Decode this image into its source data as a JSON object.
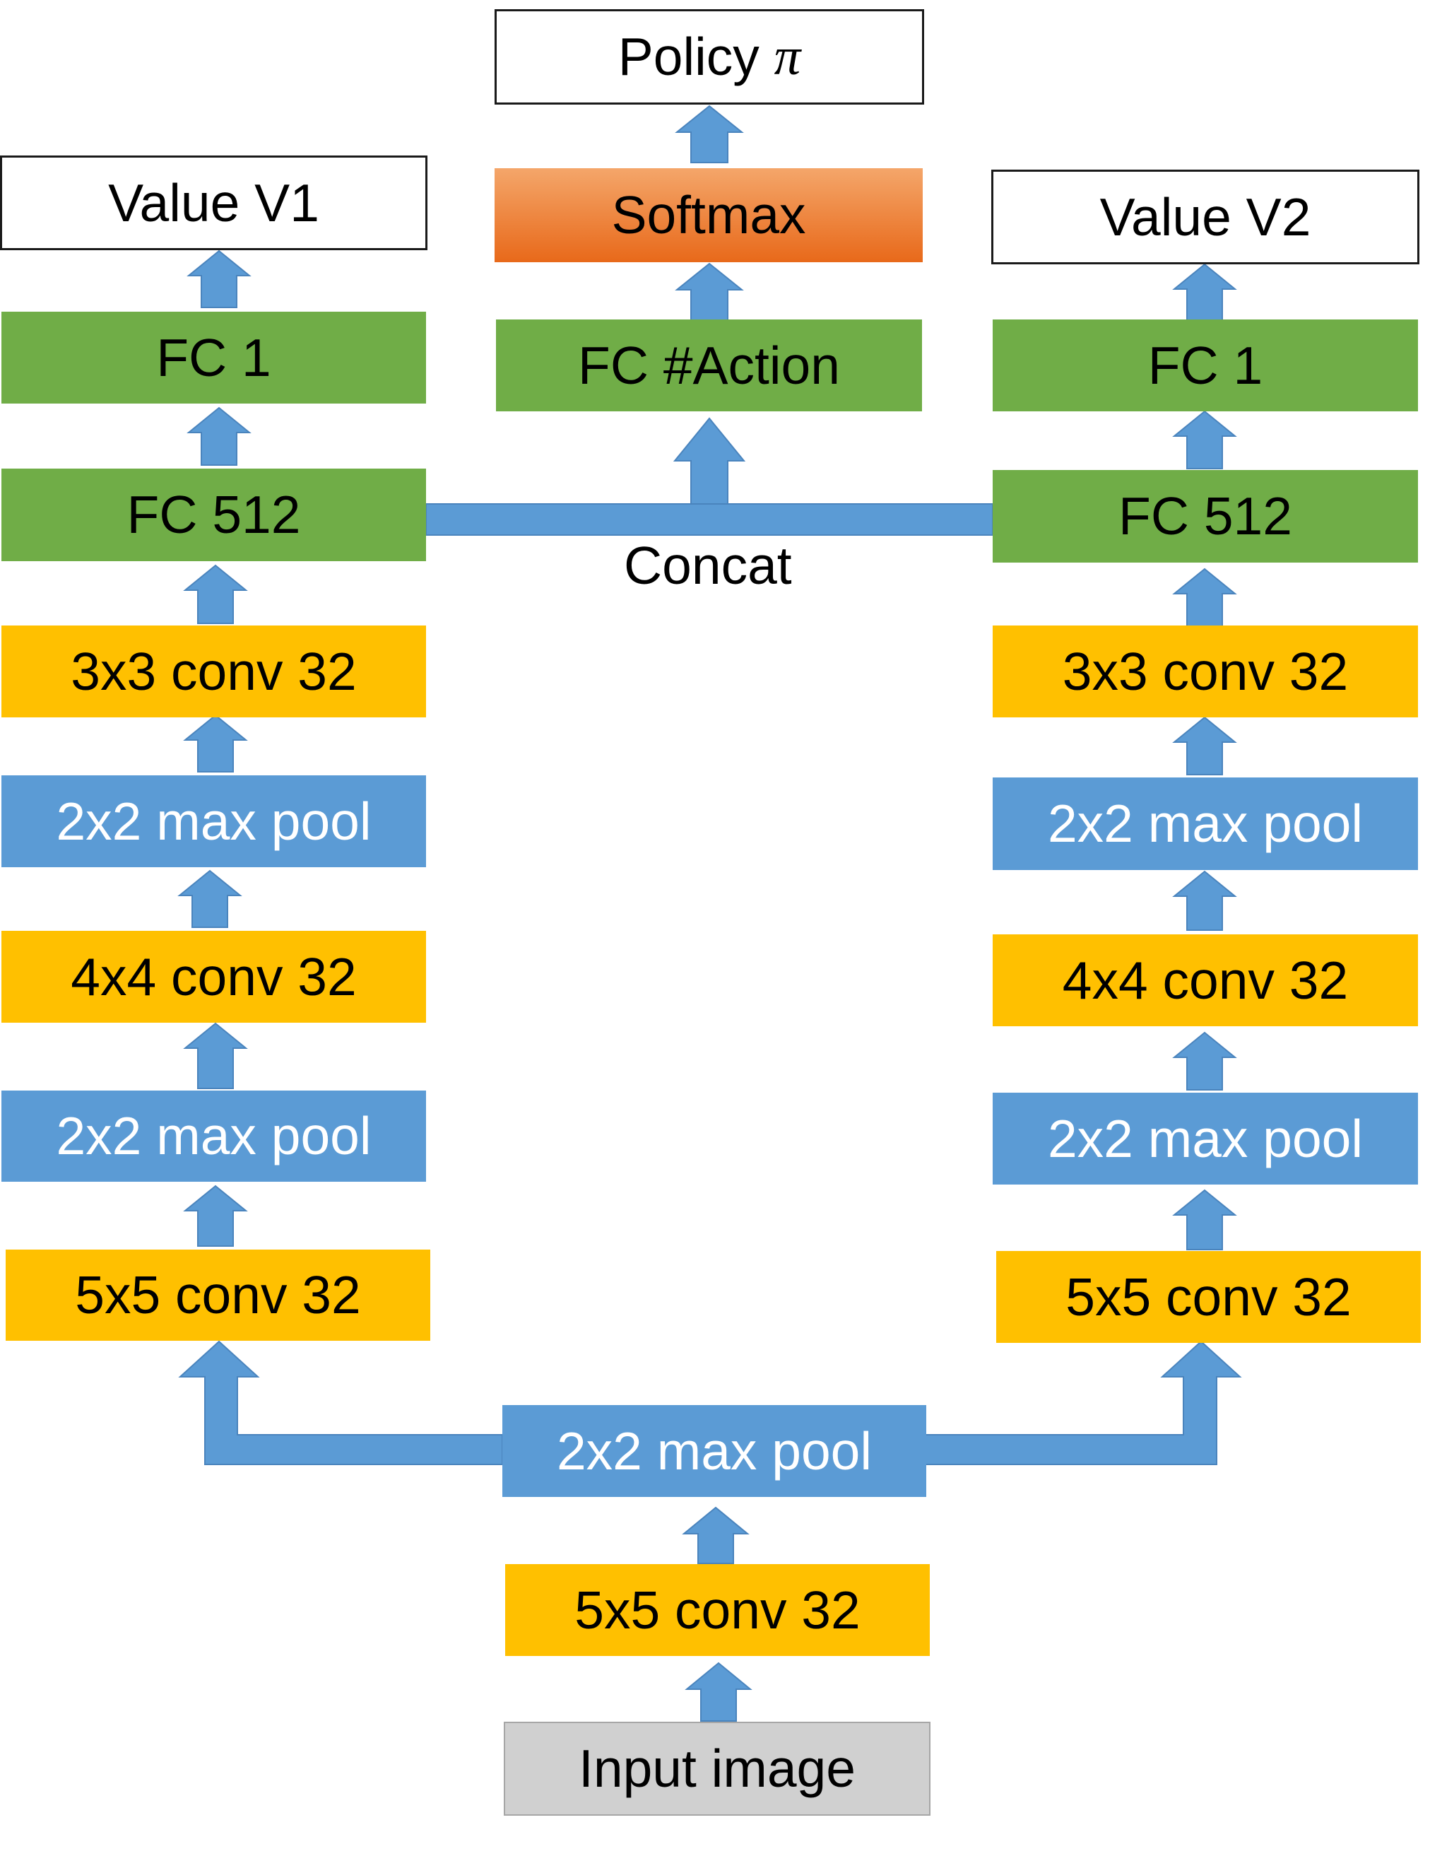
{
  "colors": {
    "fc": "#70ad47",
    "conv": "#ffc000",
    "pool": "#5b9bd5",
    "softmax": "#ed7d31",
    "input": "#d0d0d0",
    "arrow": "#5b9bd5"
  },
  "top": {
    "policy_text": "Policy ",
    "policy_symbol": "π",
    "softmax": "Softmax",
    "fc_action": "FC #Action",
    "concat": "Concat"
  },
  "left": {
    "value": "Value V1",
    "fc1": "FC 1",
    "fc512": "FC 512",
    "conv3": "3x3 conv 32",
    "pool2": "2x2 max pool",
    "conv4": "4x4 conv 32",
    "pool1": "2x2 max pool",
    "conv5": "5x5 conv 32"
  },
  "right": {
    "value": "Value V2",
    "fc1": "FC 1",
    "fc512": "FC 512",
    "conv3": "3x3 conv 32",
    "pool2": "2x2 max pool",
    "conv4": "4x4 conv 32",
    "pool1": "2x2 max pool",
    "conv5": "5x5 conv 32"
  },
  "bottom": {
    "pool": "2x2 max pool",
    "conv": "5x5 conv 32",
    "input": "Input image"
  }
}
